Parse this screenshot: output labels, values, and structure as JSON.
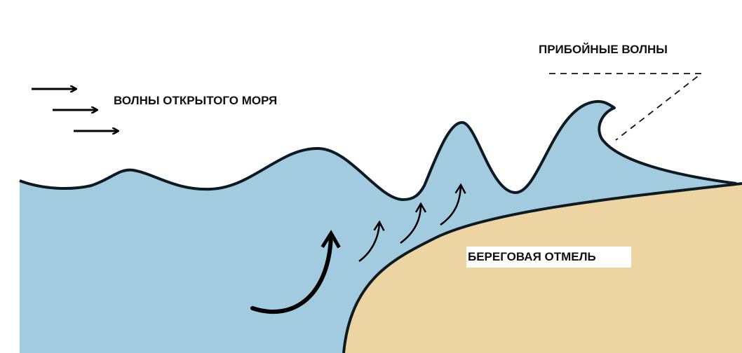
{
  "labels": {
    "open_sea_waves": "ВОЛНЫ ОТКРЫТОГО МОРЯ",
    "surf_waves": "ПРИБОЙНЫЕ ВОЛНЫ",
    "coastal_shoal": "БЕРЕГОВАЯ ОТМЕЛЬ"
  },
  "colors": {
    "water": "#a3cbe0",
    "sand": "#ecd5a3",
    "outline": "#0d1a22"
  }
}
